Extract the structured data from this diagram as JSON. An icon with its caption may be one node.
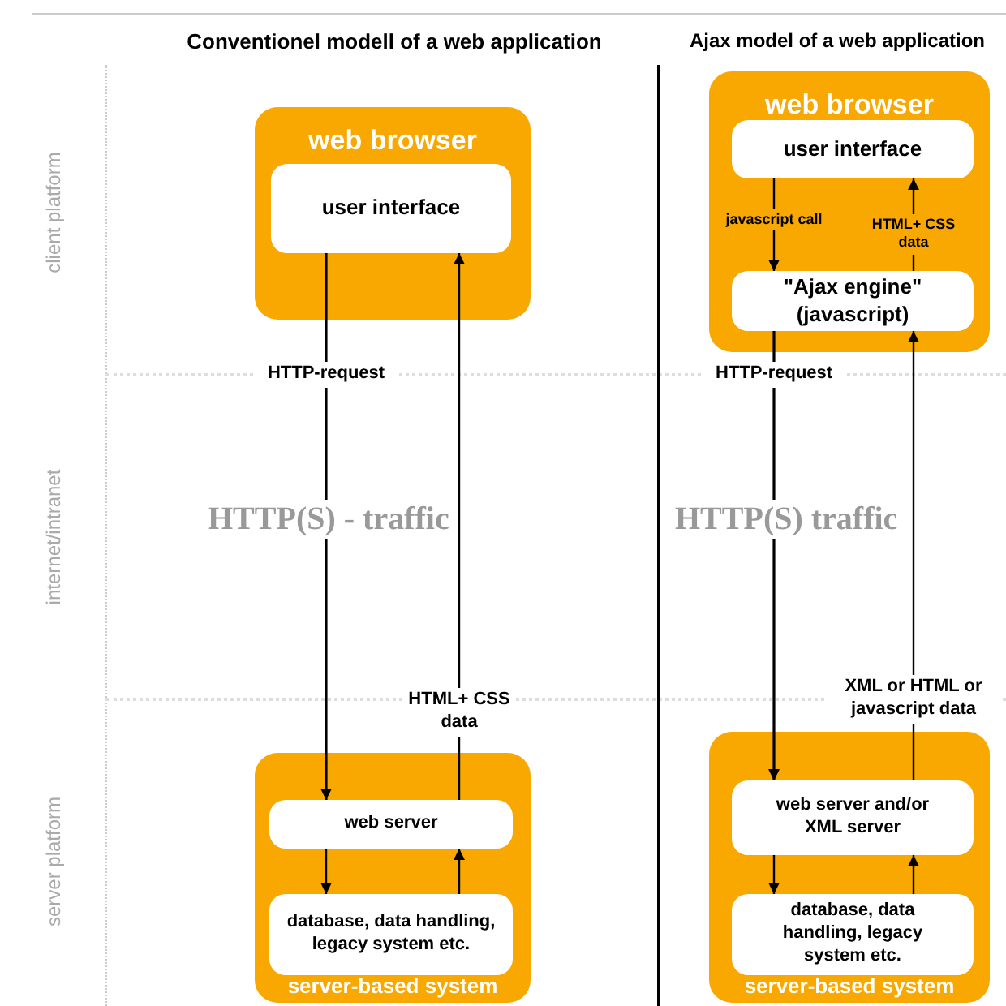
{
  "diagram": {
    "nodes": [
      {
        "text": [
          "web browser"
        ]
      },
      {
        "text": [
          "user interface"
        ],
        "in": 0
      },
      {
        "text": [
          "server-based system"
        ]
      },
      {
        "text": [
          "web server"
        ],
        "in": 2
      },
      {
        "text": [
          "database, data handling, legacy system etc."
        ],
        "in": 2
      },
      {
        "text": [
          "web browser"
        ]
      },
      {
        "text": [
          "user interface"
        ],
        "in": 5
      },
      {
        "text": [
          "\"Ajax engine\" (javascript)"
        ],
        "in": 5
      },
      {
        "text": [
          "server-based system"
        ]
      },
      {
        "text": [
          "web server and/or XML server"
        ],
        "in": 8
      },
      {
        "text": [
          "database, data handling, legacy system etc."
        ],
        "in": 8
      }
    ],
    "edges": [
      {
        "from": 1,
        "to": 3,
        "arrow": "to",
        "label": "HTTP-request"
      },
      {
        "from": 3,
        "to": 1,
        "arrow": "to",
        "label": "HTML+ CSS data"
      },
      {
        "from": 3,
        "to": 4,
        "arrow": "to"
      },
      {
        "from": 4,
        "to": 3,
        "arrow": "to"
      },
      {
        "from": 6,
        "to": 7,
        "arrow": "to",
        "label": "javascript call"
      },
      {
        "from": 7,
        "to": 6,
        "arrow": "to",
        "label": "HTML+ CSS data"
      },
      {
        "from": 7,
        "to": 9,
        "arrow": "to",
        "label": "HTTP-request"
      },
      {
        "from": 9,
        "to": 7,
        "arrow": "to",
        "label": "XML or HTML or javascript data"
      },
      {
        "from": 9,
        "to": 10,
        "arrow": "to"
      },
      {
        "from": 10,
        "to": 9,
        "arrow": "to"
      }
    ],
    "labels": [
      "Conventionel modell of a web application",
      "Ajax model of a web application",
      "client platform",
      "HTTP(S) - traffic",
      "HTTP(S) traffic",
      "internet/intranet",
      "server platform"
    ]
  }
}
